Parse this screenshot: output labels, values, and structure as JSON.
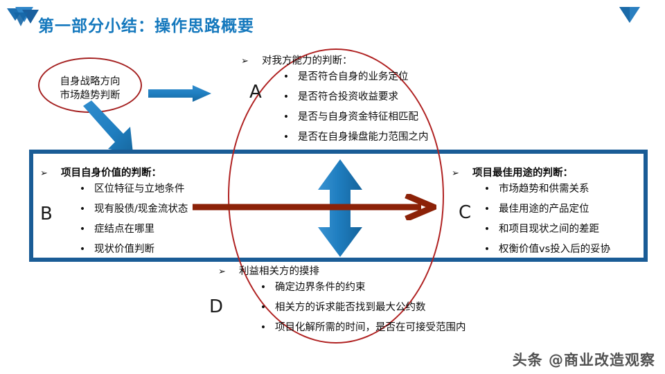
{
  "slide": {
    "title": "第一部分小结：操作思路概要",
    "title_color": "#1478bd",
    "logo_left_name": "triangle-cluster-logo",
    "logo_right_name": "triangle-mark"
  },
  "ellipse_small": {
    "line1": "自身战略方向",
    "line2": "市场趋势判断",
    "border_color": "#a52121"
  },
  "sections": {
    "a": {
      "letter": "A",
      "marker": "➢",
      "heading": "对我方能力的判断：",
      "bullets": [
        "是否符合自身的业务定位",
        "是否符合投资收益要求",
        "是否与自身资金特征相匹配",
        "是否在自身操盘能力范围之内"
      ]
    },
    "b": {
      "letter": "B",
      "marker": "➢",
      "heading": "项目自身价值的判断：",
      "bullets": [
        "区位特征与立地条件",
        "现有股债/现金流状态",
        "症结点在哪里",
        "现状价值判断"
      ]
    },
    "c": {
      "letter": "C",
      "marker": "➢",
      "heading": "项目最佳用途的判断：",
      "bullets": [
        "市场趋势和供需关系",
        "最佳用途的产品定位",
        "和项目现状之间的差距",
        "权衡价值vs投入后的妥协"
      ]
    },
    "d": {
      "letter": "D",
      "marker": "➢",
      "heading": "利益相关方的摸排",
      "bullets": [
        "确定边界条件的约束",
        "相关方的诉求能否找到最大公约数",
        "项目化解所需的时间，是否在可接受范围内"
      ]
    }
  },
  "bullet_dot": "•",
  "arrows": {
    "blue_color": "#1f7ec0",
    "red_color": "#8c2208",
    "blue_right_name": "blue-right-arrow",
    "blue_diagonal_name": "blue-diagonal-arrow",
    "blue_vertical_name": "blue-double-vertical-arrow",
    "red_horizontal_name": "red-right-arrow"
  },
  "box": {
    "border_color": "#1a5c96"
  },
  "big_ellipse": {
    "border_color": "#b02222"
  },
  "watermark": {
    "text": "头条 @商业改造观察"
  }
}
